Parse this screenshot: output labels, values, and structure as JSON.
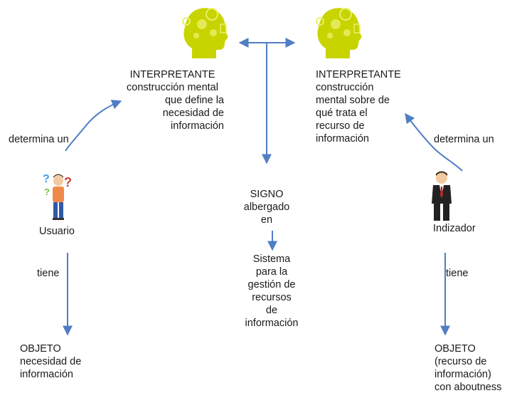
{
  "interpretante_left": {
    "title": "INTERPRETANTE",
    "lines": [
      "construcción mental",
      "que define la",
      "necesidad de",
      "información"
    ]
  },
  "interpretante_right": {
    "title": "INTERPRETANTE",
    "lines": [
      "construcción",
      "mental sobre de",
      "qué trata el",
      "recurso de",
      "información"
    ]
  },
  "determina_left": "determina un",
  "determina_right": "determina un",
  "usuario": "Usuario",
  "indizador": "Indizador",
  "signo": {
    "lines": [
      "SIGNO",
      "albergado",
      "en"
    ]
  },
  "sistema": {
    "lines": [
      "Sistema",
      "para la",
      "gestión de",
      "recursos",
      "de",
      "información"
    ]
  },
  "tiene_left": "tiene",
  "tiene_right": "tiene",
  "objeto_left": {
    "lines": [
      "OBJETO",
      "necesidad de",
      "información"
    ]
  },
  "objeto_right": {
    "lines": [
      "OBJETO",
      "(recurso de",
      "información)",
      "con aboutness"
    ]
  },
  "colors": {
    "arrow": "#4f7ec4",
    "head_green": "#c8d400",
    "head_highlight": "#e8f06a",
    "person_shirt": "#f08a4b",
    "person_pants": "#2f5aa8",
    "question_mark": "#d23a3a",
    "suit": "#222222",
    "tie": "#c0282d"
  }
}
